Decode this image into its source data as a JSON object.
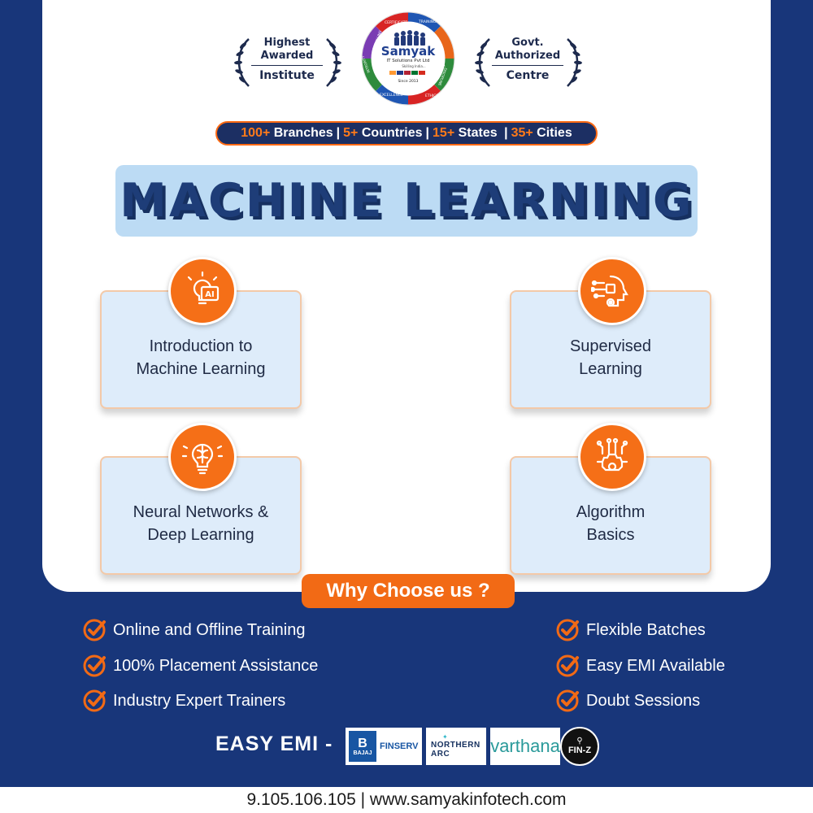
{
  "awards": {
    "left": {
      "line1": "Highest",
      "line2": "Awarded",
      "line3": "Institute"
    },
    "right": {
      "line1": "Govt.",
      "line2": "Authorized",
      "line3": "Centre"
    }
  },
  "logo": {
    "brand": "Samyak",
    "company": "IT Solutions Pvt Ltd",
    "tagline": "Skilling India...",
    "since": "Since 2013",
    "ring_words": [
      "CERTIFICATE",
      "TRAINING",
      "PLACEMENT",
      "DISCIPLINE",
      "ETHICS",
      "EXCELLENCE",
      "INTEGRITY",
      "UPSKILLING"
    ]
  },
  "stats": [
    {
      "num": "100+",
      "label": "Branches"
    },
    {
      "num": "5+",
      "label": "Countries"
    },
    {
      "num": "15+",
      "label": "States"
    },
    {
      "num": "35+",
      "label": "Cities"
    }
  ],
  "title": "MACHINE LEARNING",
  "topics": [
    {
      "line1": "Introduction to",
      "line2": "Machine Learning",
      "icon": "ai-bulb-icon"
    },
    {
      "line1": "Supervised",
      "line2": "Learning",
      "icon": "ai-head-icon"
    },
    {
      "line1": "Neural Networks &",
      "line2": "Deep Learning",
      "icon": "brain-bulb-icon"
    },
    {
      "line1": "Algorithm",
      "line2": "Basics",
      "icon": "circuit-gear-icon"
    }
  ],
  "why_title": "Why Choose us ?",
  "features_left": [
    "Online and Offline Training",
    "100% Placement Assistance",
    "Industry Expert Trainers"
  ],
  "features_right": [
    "Flexible Batches",
    "Easy EMI Available",
    "Doubt Sessions"
  ],
  "emi_label": "EASY EMI -",
  "partners": {
    "bajaj": {
      "mark": "B",
      "name1": "BAJAJ",
      "name2": "FINSERV"
    },
    "northern": {
      "line1": "NORTHERN",
      "line2": "ARC"
    },
    "varthana": "varthana",
    "finz": "FIN-Z"
  },
  "footer": {
    "phone": "9.105.106.105",
    "website": "www.samyakinfotech.com"
  },
  "colors": {
    "navy": "#18367a",
    "orange": "#f26a15",
    "card": "#deecfa"
  }
}
